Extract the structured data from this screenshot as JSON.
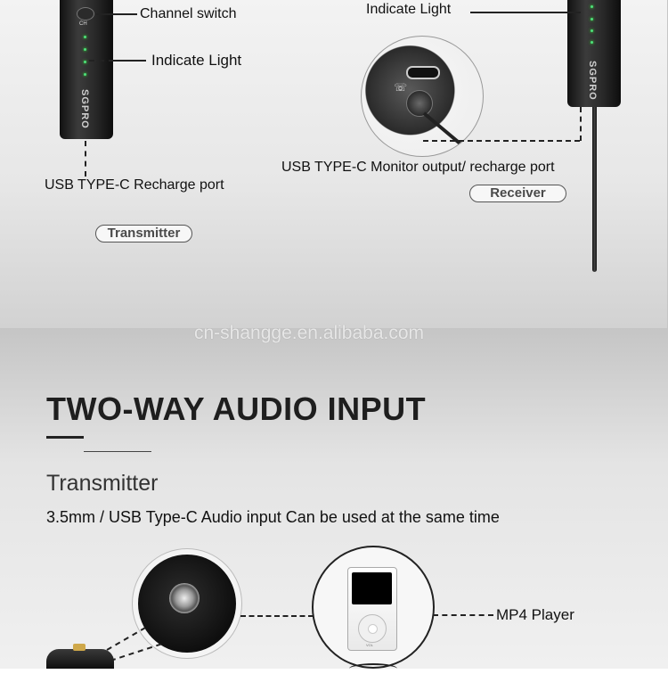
{
  "transmitter": {
    "ch_label": "CH",
    "brand": "SGPRO",
    "channel_switch": "Channel switch",
    "indicate_light": "Indicate Light",
    "usb_recharge": "USB TYPE-C Recharge port",
    "badge": "Transmitter"
  },
  "receiver": {
    "indicate_light": "Indicate Light",
    "brand": "SGPRO",
    "usb_monitor": "USB TYPE-C Monitor output/ recharge port",
    "badge": "Receiver"
  },
  "watermark": "cn-shangge.en.alibaba.com",
  "section": {
    "title": "TWO-WAY AUDIO INPUT",
    "subtitle": "Transmitter",
    "description": "3.5mm / USB Type-C Audio input Can be used at the same time",
    "mp4_label": "MP4 Player",
    "mp4_vol": "VOL"
  }
}
